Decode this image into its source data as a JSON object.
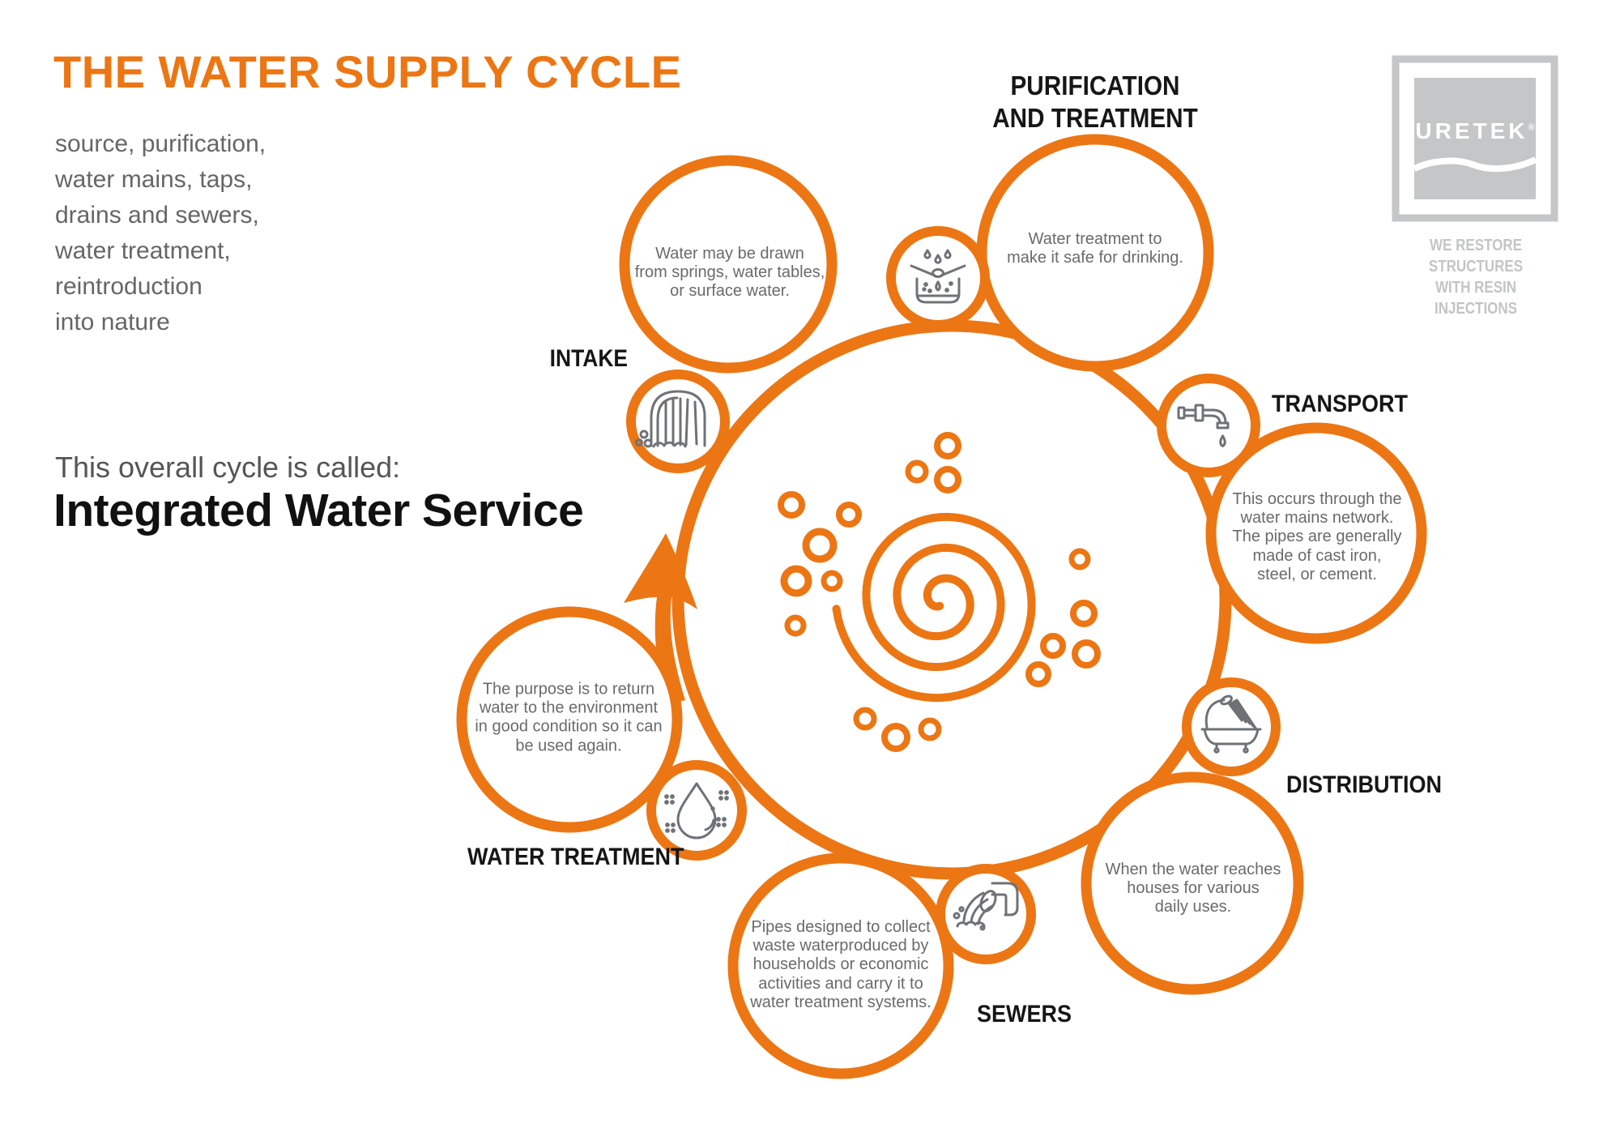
{
  "header": {
    "title": "THE WATER SUPPLY CYCLE",
    "subtitle_lines": [
      "source, purification,",
      "water mains, taps,",
      "drains and sewers,",
      "water treatment,",
      "reintroduction",
      "into nature"
    ],
    "cycle_intro": "This overall cycle is called:",
    "cycle_name": "Integrated Water Service"
  },
  "logo": {
    "brand": "URETEK",
    "registered": "®",
    "tagline_lines": [
      "WE RESTORE STRUCTURES",
      "WITH RESIN INJECTIONS"
    ]
  },
  "stages": [
    {
      "id": "intake",
      "label": "INTAKE",
      "icon": "waterfall-icon",
      "description_lines": [
        "Water may be drawn",
        "from springs, water tables,",
        "or surface water."
      ]
    },
    {
      "id": "purification",
      "label_lines": [
        "PURIFICATION",
        "AND TREATMENT"
      ],
      "icon": "beaker-icon",
      "description_lines": [
        "Water treatment to",
        "make it safe for drinking."
      ]
    },
    {
      "id": "transport",
      "label": "TRANSPORT",
      "icon": "faucet-icon",
      "description_lines": [
        "This occurs through the",
        "water mains network.",
        "The pipes are generally",
        "made of cast iron,",
        "steel, or cement."
      ]
    },
    {
      "id": "distribution",
      "label": "DISTRIBUTION",
      "icon": "shower-tub-icon",
      "description_lines": [
        "When the water reaches",
        "houses for various",
        "daily uses."
      ]
    },
    {
      "id": "sewers",
      "label": "SEWERS",
      "icon": "sewer-pipe-icon",
      "description_lines": [
        "Pipes designed to collect",
        "waste waterproduced by",
        "households or economic",
        "activities and carry it to",
        "water treatment systems."
      ]
    },
    {
      "id": "water_treatment",
      "label": "WATER TREATMENT",
      "icon": "water-drop-icon",
      "description_lines": [
        "The purpose is to return",
        "water to the environment",
        "in good condition so it can",
        "be used again."
      ]
    }
  ],
  "colors": {
    "accent_orange": "#EC7613",
    "icon_gray": "#6E7276",
    "text_gray": "#6A6A6A",
    "logo_gray": "#C5C6C7"
  }
}
